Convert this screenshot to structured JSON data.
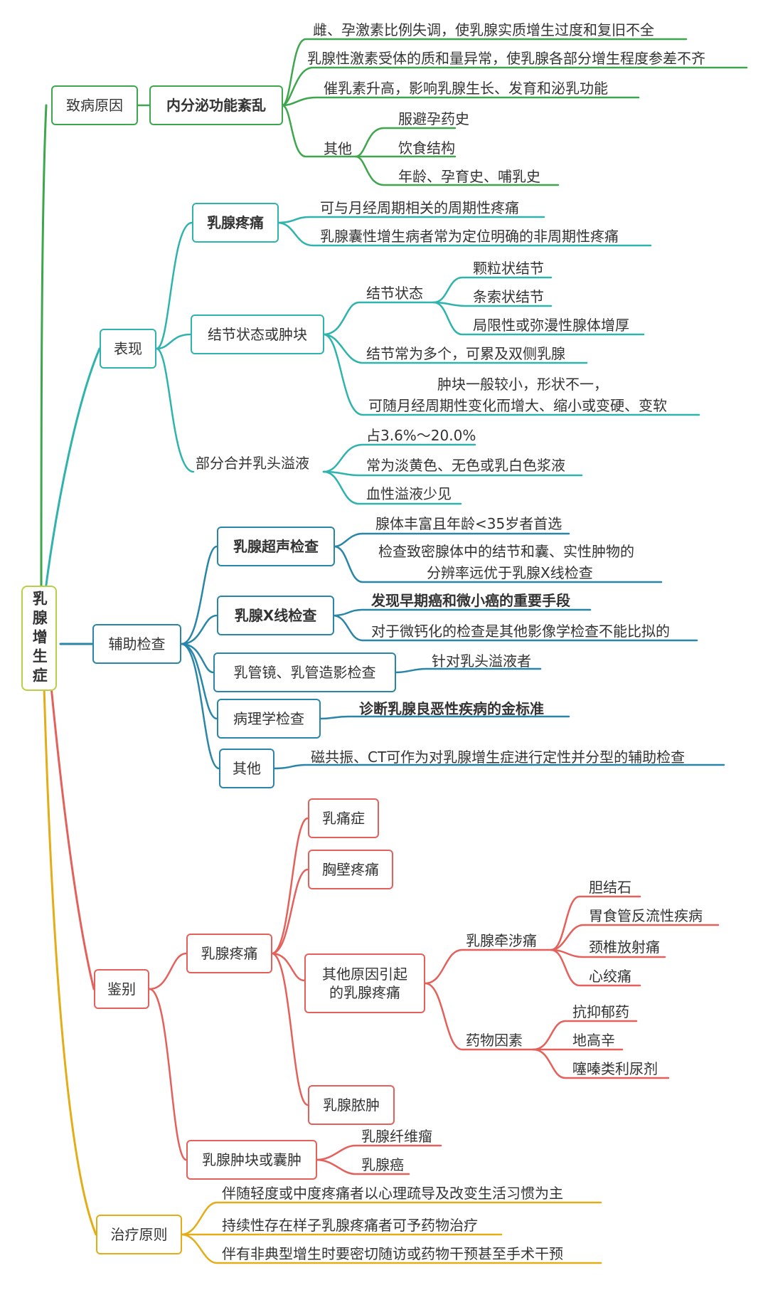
{
  "colors": {
    "root": "#b9cf45",
    "cause": "#3ea64d",
    "symptom": "#2fb3ad",
    "exam": "#2a86a8",
    "diff": "#e4615b",
    "treat": "#e3ad17"
  },
  "root": {
    "label": "乳腺增生症"
  },
  "cause": {
    "label": "致病原因",
    "endocrine": {
      "label": "内分泌功能紊乱",
      "items": [
        "雌、孕激素比例失调，使乳腺实质增生过度和复旧不全",
        "乳腺性激素受体的质和量异常，使乳腺各部分增生程度参差不齐",
        "催乳素升高，影响乳腺生长、发育和泌乳功能"
      ],
      "other": {
        "label": "其他",
        "items": [
          "服避孕药史",
          "饮食结构",
          "年龄、孕育史、哺乳史"
        ]
      }
    }
  },
  "symptom": {
    "label": "表现",
    "pain": {
      "label": "乳腺疼痛",
      "items": [
        "可与月经周期相关的周期性疼痛",
        "乳腺囊性增生病者常为定位明确的非周期性疼痛"
      ]
    },
    "nodule": {
      "label": "结节状态或肿块",
      "state": {
        "label": "结节状态",
        "items": [
          "颗粒状结节",
          "条索状结节",
          "局限性或弥漫性腺体增厚"
        ]
      },
      "multi": "结节常为多个，可累及双侧乳腺",
      "mass_line1": "肿块一般较小，形状不一，",
      "mass_line2": "可随月经周期性变化而增大、缩小或变硬、变软"
    },
    "discharge": {
      "label": "部分合并乳头溢液",
      "items": [
        "占3.6%～20.0%",
        "常为淡黄色、无色或乳白色浆液",
        "血性溢液少见"
      ]
    }
  },
  "exam": {
    "label": "辅助检查",
    "ultrasound": {
      "label": "乳腺超声检查",
      "item1": "腺体丰富且年龄<35岁者首选",
      "item2_line1": "检查致密腺体中的结节和囊、实性肿物的",
      "item2_line2": "分辨率远优于乳腺X线检查"
    },
    "xray": {
      "label": "乳腺X线检查",
      "item1": "发现早期癌和微小癌的重要手段",
      "item2": "对于微钙化的检查是其他影像学检查不能比拟的"
    },
    "duct": {
      "label": "乳管镜、乳管造影检查",
      "item": "针对乳头溢液者"
    },
    "patho": {
      "label": "病理学检查",
      "item": "诊断乳腺良恶性疾病的金标准"
    },
    "other": {
      "label": "其他",
      "item": "磁共振、CT可作为对乳腺增生症进行定性并分型的辅助检查"
    }
  },
  "diff": {
    "label": "鉴别",
    "pain": {
      "label": "乳腺疼痛",
      "mastalgia": "乳痛症",
      "chestwall": "胸壁疼痛",
      "other": {
        "label_line1": "其他原因引起",
        "label_line2": "的乳腺疼痛",
        "referred": {
          "label": "乳腺牵涉痛",
          "items": [
            "胆结石",
            "胃食管反流性疾病",
            "颈椎放射痛",
            "心绞痛"
          ]
        },
        "drug": {
          "label": "药物因素",
          "items": [
            "抗抑郁药",
            "地高辛",
            "噻嗪类利尿剂"
          ]
        }
      },
      "abscess": "乳腺脓肿"
    },
    "mass": {
      "label": "乳腺肿块或囊肿",
      "items": [
        "乳腺纤维瘤",
        "乳腺癌"
      ]
    }
  },
  "treat": {
    "label": "治疗原则",
    "items": [
      "伴随轻度或中度疼痛者以心理疏导及改变生活习惯为主",
      "持续性存在样子乳腺疼痛者可予药物治疗",
      "伴有非典型增生时要密切随访或药物干预甚至手术干预"
    ]
  }
}
